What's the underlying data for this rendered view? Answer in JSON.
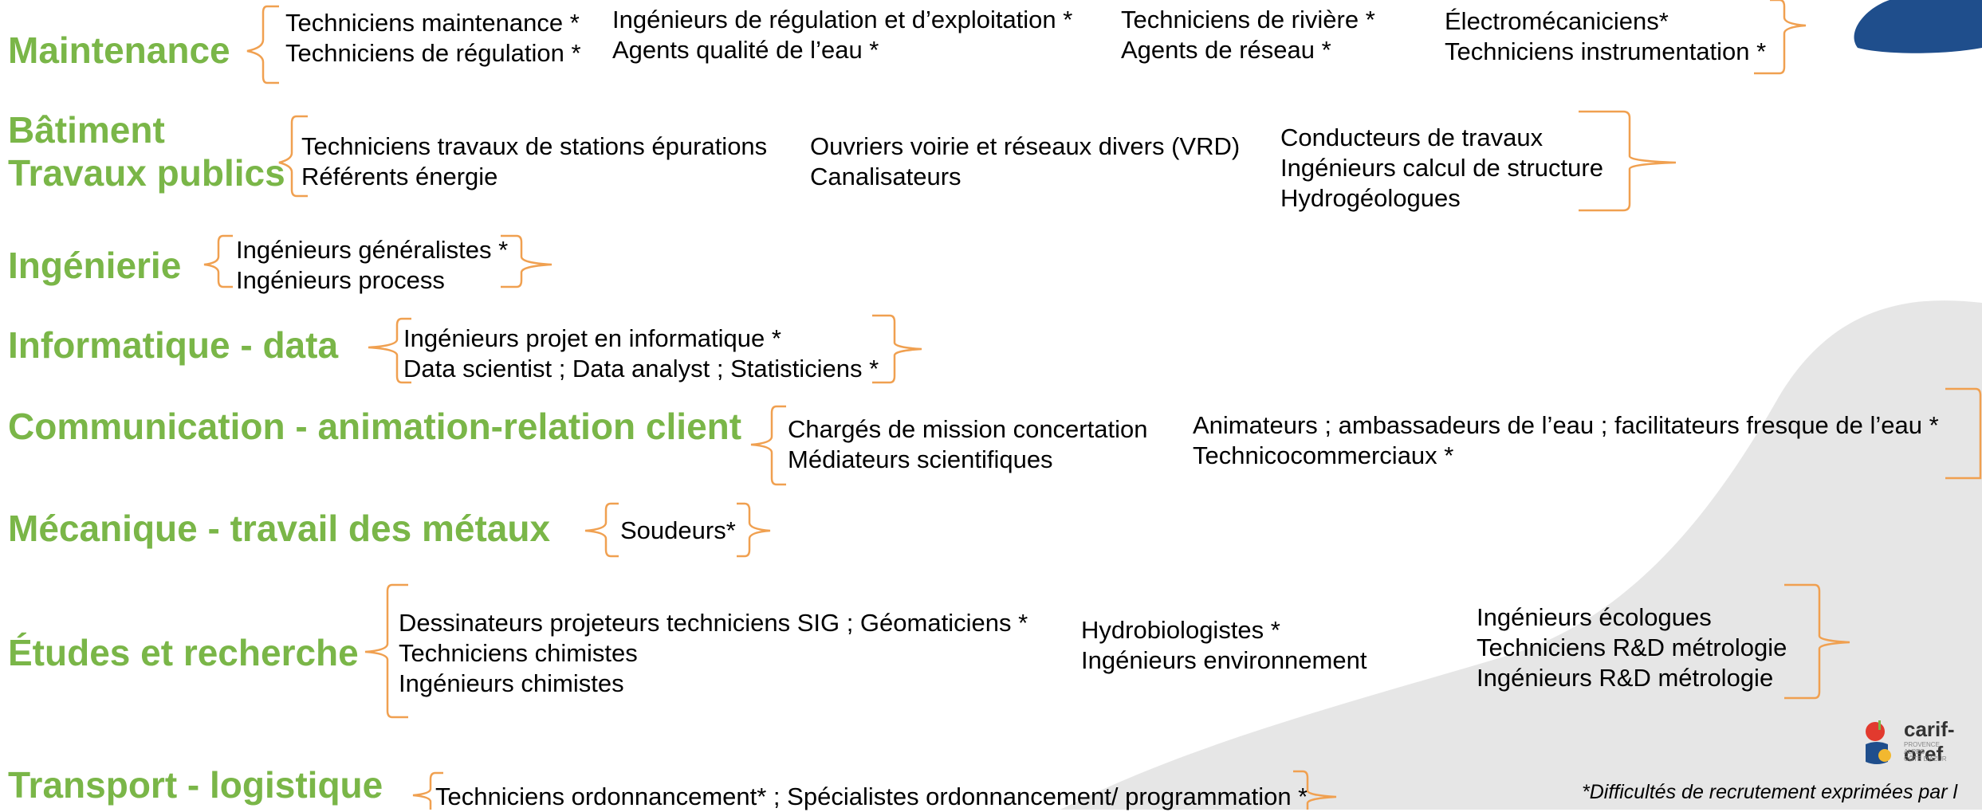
{
  "colors": {
    "category": "#7ab648",
    "brace": "#f0a050",
    "shape_blue": "#1f4e8c",
    "shape_grey": "#e6e6e6"
  },
  "categories": [
    {
      "label": "Maintenance",
      "groups": [
        [
          "Techniciens maintenance *",
          "Techniciens de régulation *"
        ],
        [
          "Ingénieurs de régulation et d’exploitation *",
          "Agents qualité de l’eau *"
        ],
        [
          "Techniciens de rivière *",
          "Agents de réseau *"
        ],
        [
          "Électromécaniciens*",
          "Techniciens instrumentation *"
        ]
      ]
    },
    {
      "label_lines": [
        "Bâtiment",
        "Travaux publics"
      ],
      "groups": [
        [
          "Techniciens travaux de stations épurations",
          "Référents énergie"
        ],
        [
          "Ouvriers voirie et réseaux divers (VRD)",
          "Canalisateurs"
        ],
        [
          "Conducteurs de travaux",
          "Ingénieurs calcul de structure",
          "Hydrogéologues"
        ]
      ]
    },
    {
      "label": "Ingénierie",
      "groups": [
        [
          "Ingénieurs généralistes *",
          "Ingénieurs process"
        ]
      ]
    },
    {
      "label": "Informatique - data",
      "groups": [
        [
          "Ingénieurs projet en informatique *",
          "Data scientist ; Data analyst ; Statisticiens *"
        ]
      ]
    },
    {
      "label": "Communication - animation-relation client",
      "groups": [
        [
          "Chargés de mission concertation",
          "Médiateurs scientifiques"
        ],
        [
          "Animateurs ; ambassadeurs de l’eau ; facilitateurs fresque de l’eau *",
          "Technicocommerciaux *"
        ]
      ]
    },
    {
      "label": "Mécanique - travail des métaux",
      "groups": [
        [
          "Soudeurs*"
        ]
      ]
    },
    {
      "label": "Études et recherche",
      "groups": [
        [
          "Dessinateurs projeteurs techniciens SIG ; Géomaticiens *",
          "Techniciens chimistes",
          "Ingénieurs chimistes"
        ],
        [
          "Hydrobiologistes *",
          "Ingénieurs environnement"
        ],
        [
          "Ingénieurs écologues",
          "Techniciens R&D métrologie",
          "Ingénieurs R&D métrologie"
        ]
      ]
    },
    {
      "label": "Transport - logistique",
      "groups": [
        [
          "Techniciens ordonnancement* ; Spécialistes ordonnancement/ programmation *"
        ]
      ]
    }
  ],
  "logo": {
    "name": "carif-oref",
    "sub_lines": [
      "PROVENCE",
      "ALPES",
      "CÔTE D'AZUR"
    ]
  },
  "footnote": "*Difficultés de recrutement exprimées par l"
}
